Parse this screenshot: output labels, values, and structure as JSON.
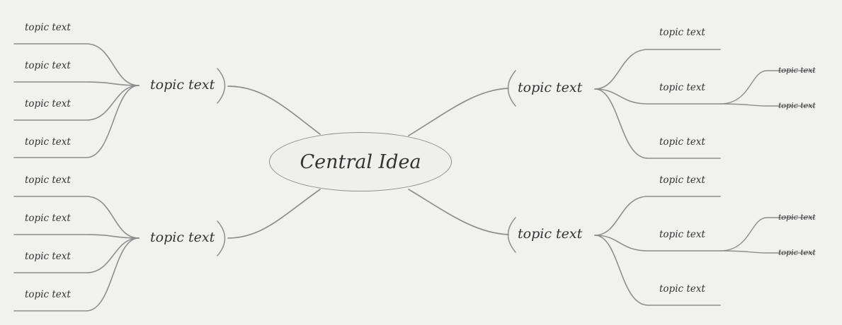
{
  "colors": {
    "background": "#f1f1f0",
    "line": "#8e8e8e",
    "text": "#333333",
    "ellipse_fill": "#efefee"
  },
  "central": {
    "label": "Central Idea"
  },
  "main_topics": [
    {
      "id": "left-top",
      "label": "topic text"
    },
    {
      "id": "left-bottom",
      "label": "topic text"
    },
    {
      "id": "right-top",
      "label": "topic text"
    },
    {
      "id": "right-bottom",
      "label": "topic text"
    }
  ],
  "left_top_subtopics": [
    "topic text",
    "topic text",
    "topic text",
    "topic text"
  ],
  "left_bottom_subtopics": [
    "topic text",
    "topic text",
    "topic text",
    "topic text"
  ],
  "right_top_subtopics": [
    "topic text",
    "topic text",
    "topic text"
  ],
  "right_top_subsubtopics": [
    "topic text",
    "topic text"
  ],
  "right_bottom_subtopics": [
    "topic text",
    "topic text",
    "topic text"
  ],
  "right_bottom_subsubtopics": [
    "topic text",
    "topic text"
  ]
}
